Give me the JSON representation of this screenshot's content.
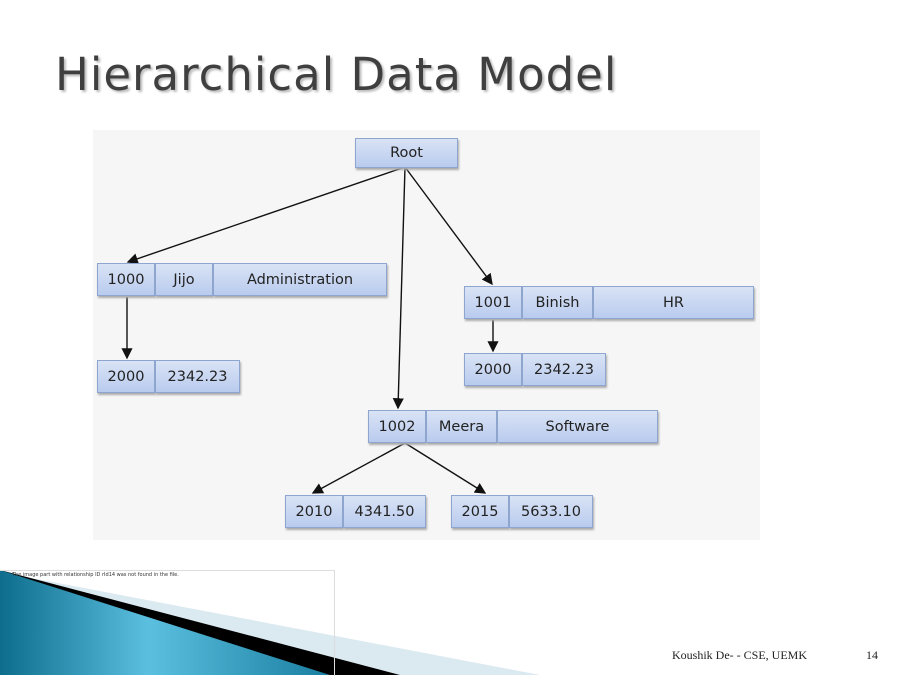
{
  "title": "Hierarchical Data Model",
  "diagram": {
    "root": "Root",
    "records": {
      "emp1000": [
        "1000",
        "Jijo",
        "Administration"
      ],
      "sal1000": [
        "2000",
        "2342.23"
      ],
      "emp1001": [
        "1001",
        "Binish",
        "HR"
      ],
      "sal1001": [
        "2000",
        "2342.23"
      ],
      "emp1002": [
        "1002",
        "Meera",
        "Software"
      ],
      "sal1002a": [
        "2010",
        "4341.50"
      ],
      "sal1002b": [
        "2015",
        "5633.10"
      ]
    },
    "box_color": "#c9d7f1"
  },
  "broken_image_text": "The image part with relationship ID rId14 was not found in the file.",
  "footer": {
    "author": "Koushik De- - CSE, UEMK",
    "page": "14"
  }
}
